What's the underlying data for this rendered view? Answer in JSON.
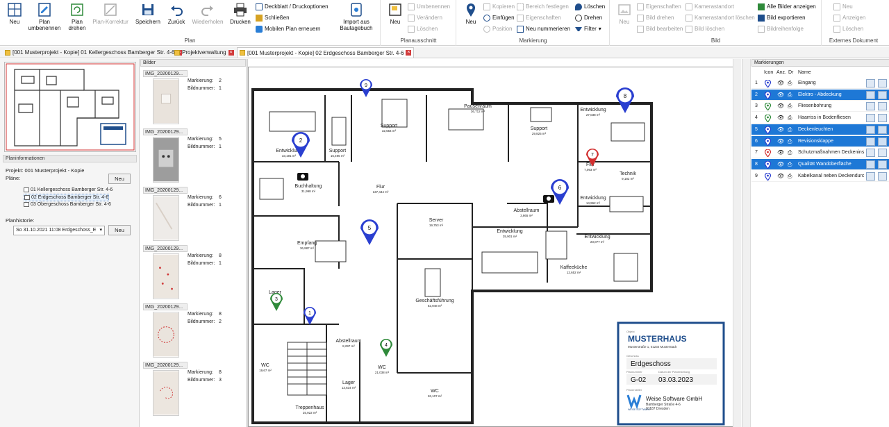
{
  "ribbon": {
    "groups": {
      "plan": "Plan",
      "planausschnitt": "Planausschnitt",
      "markierung": "Markierung",
      "bild": "Bild",
      "externes": "Externes Dokument"
    },
    "plan_buttons": {
      "neu": "Neu",
      "umbenennen": "Plan umbenennen",
      "drehen": "Plan drehen",
      "korrektur": "Plan-Korrektur",
      "speichern": "Speichern",
      "zurueck": "Zurück",
      "wiederholen": "Wiederholen",
      "drucken": "Drucken",
      "deckblatt": "Deckblatt / Druckoptionen",
      "schliessen": "Schließen",
      "mobil": "Mobilen Plan erneuern",
      "import": "Import aus Bautagebuch"
    },
    "ausschnitt_buttons": {
      "neu": "Neu",
      "umbenennen": "Umbenennen",
      "veraendern": "Verändern",
      "loeschen": "Löschen"
    },
    "markierung_buttons": {
      "neu": "Neu",
      "kopieren": "Kopieren",
      "einfuegen": "Einfügen",
      "position": "Position",
      "bereich": "Bereich festlegen",
      "eigenschaften": "Eigenschaften",
      "nummerieren": "Neu nummerieren",
      "loeschen": "Löschen",
      "drehen": "Drehen",
      "filter": "Filter"
    },
    "bild_buttons": {
      "neu": "Neu",
      "eigenschaften": "Eigenschaften",
      "bild_drehen": "Bild drehen",
      "bild_bearbeiten": "Bild bearbeiten",
      "kamerastandort": "Kamerastandort",
      "kamerastandort_loeschen": "Kamerastandort löschen",
      "bild_loeschen": "Bild löschen",
      "alle_bilder": "Alle Bilder anzeigen",
      "bild_exportieren": "Bild exportieren",
      "reihenfolge": "Bildreihenfolge"
    },
    "extern_buttons": {
      "neu": "Neu",
      "anzeigen": "Anzeigen",
      "loeschen": "Löschen"
    }
  },
  "tabs": [
    {
      "label": "[001 Musterprojekt - Kopie] 01 Kellergeschoss Bamberger Str. 4-6"
    },
    {
      "label": "Projektverwaltung"
    },
    {
      "label": "[001 Musterprojekt - Kopie] 02 Erdgeschoss Bamberger Str. 4-6"
    }
  ],
  "left": {
    "planinfo_head": "Planinformationen",
    "projekt": "Projekt: 001 Musterprojekt - Kopie",
    "plaene_label": "Pläne:",
    "neu_button": "Neu",
    "plans": [
      "01 Kellergeschoss Bamberger Str. 4-6",
      "02 Erdgeschoss Bamberger Str. 4-6",
      "03 Obergeschoss Bamberger Str. 4-6"
    ],
    "historie_label": "Planhistorie:",
    "historie_value": "So 31.10.2021 11:08 Erdgeschoss_E",
    "historie_button": "Neu"
  },
  "bilder": {
    "head": "Bilder",
    "markierung_label": "Markierung:",
    "bildnummer_label": "Bildnummer:",
    "entries": [
      {
        "name": "IMG_20200129...",
        "markierung": "2",
        "bildnummer": "1"
      },
      {
        "name": "IMG_20200129...",
        "markierung": "5",
        "bildnummer": "1"
      },
      {
        "name": "IMG_20200129...",
        "markierung": "6",
        "bildnummer": "1"
      },
      {
        "name": "IMG_20200129...",
        "markierung": "8",
        "bildnummer": "1"
      },
      {
        "name": "IMG_20200129...",
        "markierung": "8",
        "bildnummer": "2"
      },
      {
        "name": "IMG_20200129...",
        "markierung": "8",
        "bildnummer": "3"
      }
    ]
  },
  "plan": {
    "rooms": [
      {
        "name": "Entwicklung",
        "area": "33,191 m²"
      },
      {
        "name": "Support",
        "area": "15,495 m²"
      },
      {
        "name": "Support",
        "area": "32,554 m²"
      },
      {
        "name": "Pausenraum",
        "area": "36,712 m²"
      },
      {
        "name": "Support",
        "area": "29,825 m²"
      },
      {
        "name": "Entwicklung",
        "area": "27,038 m²"
      },
      {
        "name": "Buchhaltung",
        "area": "31,998 m²"
      },
      {
        "name": "Flur",
        "area": "137,444 m²"
      },
      {
        "name": "Flur",
        "area": "7,093 m²"
      },
      {
        "name": "Technik",
        "area": "9,182 m²"
      },
      {
        "name": "Entwicklung",
        "area": "14,962 m²"
      },
      {
        "name": "Abstellraum",
        "area": "3,865 m²"
      },
      {
        "name": "Server",
        "area": "19,753 m²"
      },
      {
        "name": "Empfang",
        "area": "36,987 m²"
      },
      {
        "name": "Entwicklung",
        "area": "35,901 m²"
      },
      {
        "name": "Entwicklung",
        "area": "23,077 m²"
      },
      {
        "name": "Kaffeeküche",
        "area": "12,652 m²"
      },
      {
        "name": "Lager",
        "area": ""
      },
      {
        "name": "Geschäftsführung",
        "area": "62,948 m²"
      },
      {
        "name": "Abstellraum",
        "area": "8,297 m²"
      },
      {
        "name": "WC",
        "area": "19,67 m²"
      },
      {
        "name": "WC",
        "area": "21,038 m²"
      },
      {
        "name": "Lager",
        "area": "13,634 m²"
      },
      {
        "name": "WC",
        "area": "26,107 m²"
      },
      {
        "name": "Treppenhaus",
        "area": "25,922 m²"
      }
    ],
    "pins": [
      {
        "num": "1",
        "color": "#2a3fd0"
      },
      {
        "num": "2",
        "color": "#2a3fd0"
      },
      {
        "num": "3",
        "color": "#2f8a3a"
      },
      {
        "num": "4",
        "color": "#2f8a3a"
      },
      {
        "num": "5",
        "color": "#2a3fd0"
      },
      {
        "num": "6",
        "color": "#2a3fd0"
      },
      {
        "num": "7",
        "color": "#d23030"
      },
      {
        "num": "8",
        "color": "#2a3fd0"
      },
      {
        "num": "9",
        "color": "#2a3fd0"
      }
    ],
    "titleblock": {
      "objekt_label": "Objekt",
      "title": "MUSTERHAUS",
      "address": "Musterstraße 1, 01234 Musterstadt",
      "geschoss_label": "Geschoss",
      "geschoss": "Erdgeschoss",
      "plannummer_label": "Plannummer",
      "datum_label": "Datum der Planerstellung",
      "plannummer": "G-02",
      "datum": "03.03.2023",
      "planersteller_label": "Planersteller",
      "firma": "Weise Software GmbH",
      "strasse": "Bamberger Straße 4-6",
      "ort": "01187 Dresden",
      "logo_text": "WEISE SOFTWARE"
    }
  },
  "markierungen": {
    "head": "Markierungen",
    "cols": {
      "icon": "Icon",
      "anz": "Anz.",
      "dr": "Dr",
      "name": "Name"
    },
    "rows": [
      {
        "num": "1",
        "name": "Eingang",
        "color": "#2a3fd0",
        "selected": false
      },
      {
        "num": "2",
        "name": "Elektro - Abdeckung",
        "color": "#2a3fd0",
        "selected": true
      },
      {
        "num": "3",
        "name": "Fliesenbohrung",
        "color": "#2f8a3a",
        "selected": false
      },
      {
        "num": "4",
        "name": "Haarriss in Bodenfliesen",
        "color": "#2f8a3a",
        "selected": false
      },
      {
        "num": "5",
        "name": "Deckenleuchten",
        "color": "#2a3fd0",
        "selected": true
      },
      {
        "num": "6",
        "name": "Revisionsklappe",
        "color": "#2a3fd0",
        "selected": true
      },
      {
        "num": "7",
        "name": "Schutzmaßnahmen Deckenins",
        "color": "#d23030",
        "selected": false
      },
      {
        "num": "8",
        "name": "Qualität Wandoberfläche",
        "color": "#2a3fd0",
        "selected": true
      },
      {
        "num": "9",
        "name": "Kabelkanal neben Deckendurc",
        "color": "#2a3fd0",
        "selected": false
      }
    ]
  }
}
